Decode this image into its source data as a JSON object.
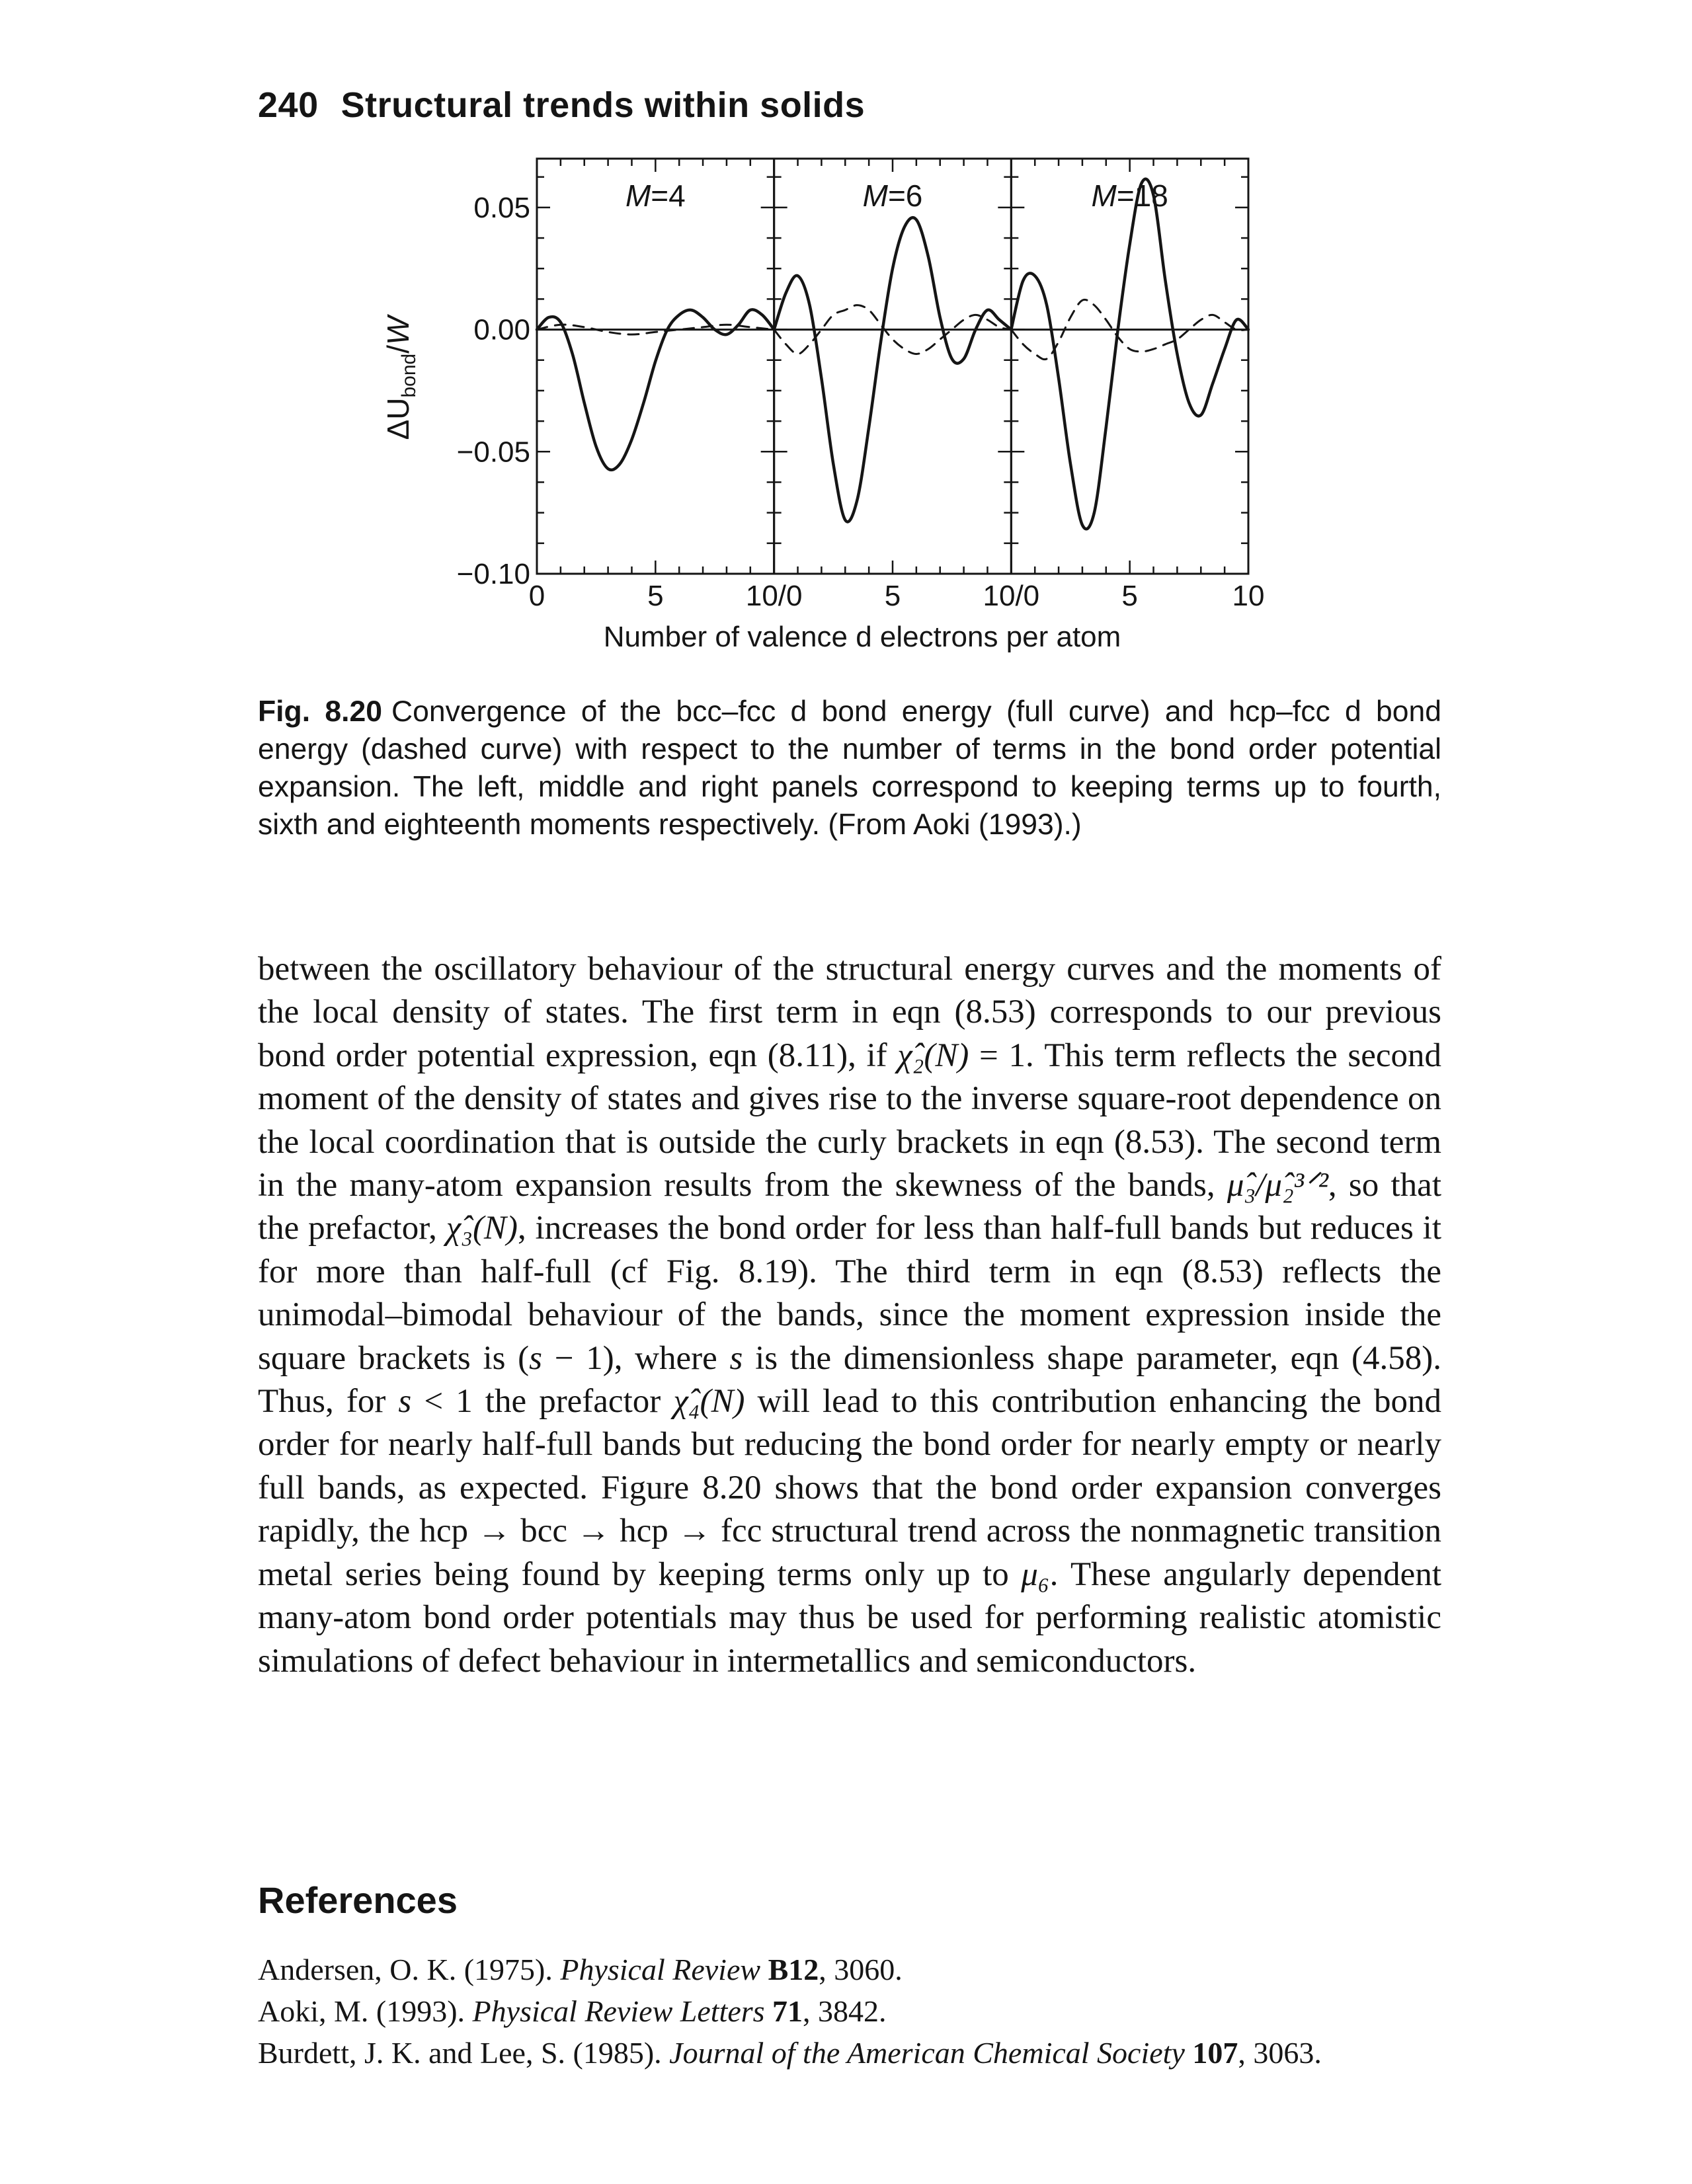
{
  "header": {
    "page_number": "240",
    "running_title": "Structural trends within solids"
  },
  "figure": {
    "ylabel": "ΔU_bond/W",
    "xlabel": "Number of valence d electrons per atom",
    "panels": [
      "M=4",
      "M=6",
      "M=18"
    ],
    "y_tick_labels": [
      "0.05",
      "0.00",
      "−0.05",
      "−0.10"
    ],
    "x_tick_labels": [
      "0",
      "5",
      "10/0",
      "5",
      "10/0",
      "5",
      "10"
    ]
  },
  "chart_data": {
    "type": "line",
    "panels": [
      "M=4",
      "M=6",
      "M=18"
    ],
    "xlabel": "Number of valence d electrons per atom",
    "ylabel": "ΔU_bond/W",
    "xlim": [
      0,
      10
    ],
    "ylim": [
      -0.1,
      0.07
    ],
    "yticks": [
      0.05,
      0.0,
      -0.05,
      -0.1
    ],
    "series": [
      {
        "name": "full curve",
        "panel": "M=4",
        "x": [
          0,
          0.5,
          1,
          1.5,
          2,
          2.5,
          3,
          3.5,
          4,
          4.5,
          5,
          5.5,
          6,
          6.5,
          7,
          7.5,
          8,
          8.5,
          9,
          9.5,
          10
        ],
        "y": [
          0.0,
          0.005,
          0.003,
          -0.01,
          -0.03,
          -0.048,
          -0.057,
          -0.055,
          -0.045,
          -0.03,
          -0.013,
          0.0,
          0.006,
          0.008,
          0.005,
          0.0,
          -0.002,
          0.002,
          0.008,
          0.006,
          0.0
        ]
      },
      {
        "name": "full curve",
        "panel": "M=6",
        "x": [
          0,
          0.5,
          1,
          1.5,
          2,
          2.5,
          3,
          3.5,
          4,
          4.5,
          5,
          5.5,
          6,
          6.5,
          7,
          7.5,
          8,
          8.5,
          9,
          9.5,
          10
        ],
        "y": [
          0.0,
          0.015,
          0.022,
          0.01,
          -0.02,
          -0.055,
          -0.078,
          -0.07,
          -0.04,
          -0.005,
          0.025,
          0.042,
          0.045,
          0.03,
          0.005,
          -0.012,
          -0.012,
          0.0,
          0.008,
          0.004,
          0.0
        ]
      },
      {
        "name": "full curve",
        "panel": "M=18",
        "x": [
          0,
          0.5,
          1,
          1.5,
          2,
          2.5,
          3,
          3.5,
          4,
          4.5,
          5,
          5.5,
          6,
          6.5,
          7,
          7.5,
          8,
          8.5,
          9,
          9.5,
          10
        ],
        "y": [
          0.0,
          0.02,
          0.022,
          0.01,
          -0.02,
          -0.055,
          -0.08,
          -0.075,
          -0.04,
          0.0,
          0.035,
          0.06,
          0.055,
          0.02,
          -0.01,
          -0.03,
          -0.035,
          -0.022,
          -0.008,
          0.004,
          0.0
        ]
      },
      {
        "name": "dashed curve",
        "panel": "M=4",
        "x": [
          0,
          1,
          2,
          3,
          4,
          5,
          6,
          7,
          8,
          9,
          10
        ],
        "y": [
          0.0,
          0.002,
          0.001,
          -0.001,
          -0.002,
          -0.001,
          0.0,
          0.001,
          0.002,
          0.001,
          0.0
        ]
      },
      {
        "name": "dashed curve",
        "panel": "M=6",
        "x": [
          0,
          0.5,
          1,
          1.5,
          2,
          2.5,
          3,
          3.5,
          4,
          4.5,
          5,
          5.5,
          6,
          6.5,
          7,
          7.5,
          8,
          8.5,
          9,
          9.5,
          10
        ],
        "y": [
          0.0,
          -0.006,
          -0.01,
          -0.006,
          0.0,
          0.006,
          0.008,
          0.01,
          0.008,
          0.002,
          -0.004,
          -0.008,
          -0.01,
          -0.008,
          -0.004,
          0.0,
          0.004,
          0.006,
          0.004,
          0.001,
          0.0
        ]
      },
      {
        "name": "dashed curve",
        "panel": "M=18",
        "x": [
          0,
          0.5,
          1,
          1.5,
          2,
          2.5,
          3,
          3.5,
          4,
          4.5,
          5,
          5.5,
          6,
          6.5,
          7,
          7.5,
          8,
          8.5,
          9,
          9.5,
          10
        ],
        "y": [
          0.0,
          -0.006,
          -0.01,
          -0.012,
          -0.005,
          0.005,
          0.012,
          0.01,
          0.004,
          -0.003,
          -0.008,
          -0.009,
          -0.008,
          -0.006,
          -0.004,
          0.0,
          0.004,
          0.006,
          0.003,
          0.0,
          0.0
        ]
      }
    ]
  },
  "caption": {
    "label": "Fig. 8.20",
    "text": "Convergence of the bcc–fcc d bond energy (full curve) and hcp–fcc d bond energy (dashed curve) with respect to the number of terms in the bond order potential expansion. The left, middle and right panels correspond to keeping terms up to fourth, sixth and eighteenth moments respectively. (From Aoki (1993).)"
  },
  "body": {
    "s1": "between the oscillatory behaviour of the structural energy curves and the moments of the local density of states. The first term in eqn (8.53) corresponds to our previous bond order potential expression, eqn (8.11), if ",
    "s2": " = 1. This term reflects the second moment of the density of states and gives rise to the inverse square-root dependence on the local coordination that is outside the curly brackets in eqn (8.53). The second term in the many-atom expansion results from the skewness of the bands, ",
    "s3": ", so that the prefactor, ",
    "s4": ", increases the bond order for less than half-full bands but reduces it for more than half-full (cf Fig. 8.19). The third term in eqn (8.53) reflects the unimodal–bimodal behaviour of the bands, since the moment expression inside the square brackets is (",
    "s5": " − 1), where ",
    "s6": " is the dimensionless shape parameter, eqn (4.58). Thus, for ",
    "s7": " < 1 the prefactor ",
    "s8": " will lead to this contribution enhancing the bond order for nearly half-full bands but reducing the bond order for nearly empty or nearly full bands, as expected. Figure 8.20 shows that the bond order expansion converges rapidly, the hcp → bcc → hcp → fcc structural trend across the nonmagnetic transition metal series being found by keeping terms only up to ",
    "s9": ". These angularly dependent many-atom bond order potentials may thus be used for performing realistic atomistic simulations of defect behaviour in intermetallics and semiconductors.",
    "chi2": "χ̂₂(N)",
    "skew": "μ̂₃/μ̂₂³ᐟ²",
    "chi3": "χ̂₃(N)",
    "s_var": "s",
    "chi4": "χ̂₄(N)",
    "mu6": "μ₆"
  },
  "references": {
    "heading": "References",
    "items": [
      {
        "authors": "Andersen, O. K. (1975). ",
        "journal": "Physical Review",
        "volume": "B12",
        "pages": ", 3060."
      },
      {
        "authors": "Aoki, M. (1993). ",
        "journal": "Physical Review Letters",
        "volume": "71",
        "pages": ", 3842."
      },
      {
        "authors": "Burdett, J. K. and Lee, S. (1985). ",
        "journal": "Journal of the American Chemical Society",
        "volume": "107",
        "pages": ", 3063."
      }
    ]
  }
}
